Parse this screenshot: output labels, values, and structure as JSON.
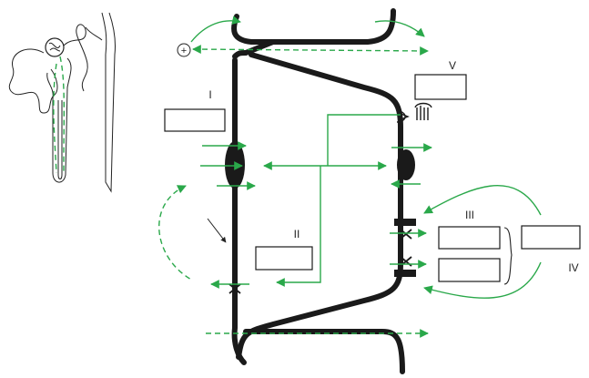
{
  "colors": {
    "arrow": "#2aa84a",
    "membrane": "#1a1a1a",
    "background": "#ffffff"
  },
  "labels": {
    "region_I": "I",
    "region_II": "II",
    "region_III": "III",
    "region_IV": "IV",
    "region_V": "V",
    "plus_symbol": "+"
  },
  "boxes": {
    "box_I": "",
    "box_II": "",
    "box_III_top": "",
    "box_III_bottom": "",
    "box_IV": "",
    "box_V": ""
  },
  "icons": [
    "nephron-sketch",
    "collecting-duct-sketch",
    "cation-symbol",
    "channel-glyph",
    "transporter-glyph"
  ]
}
